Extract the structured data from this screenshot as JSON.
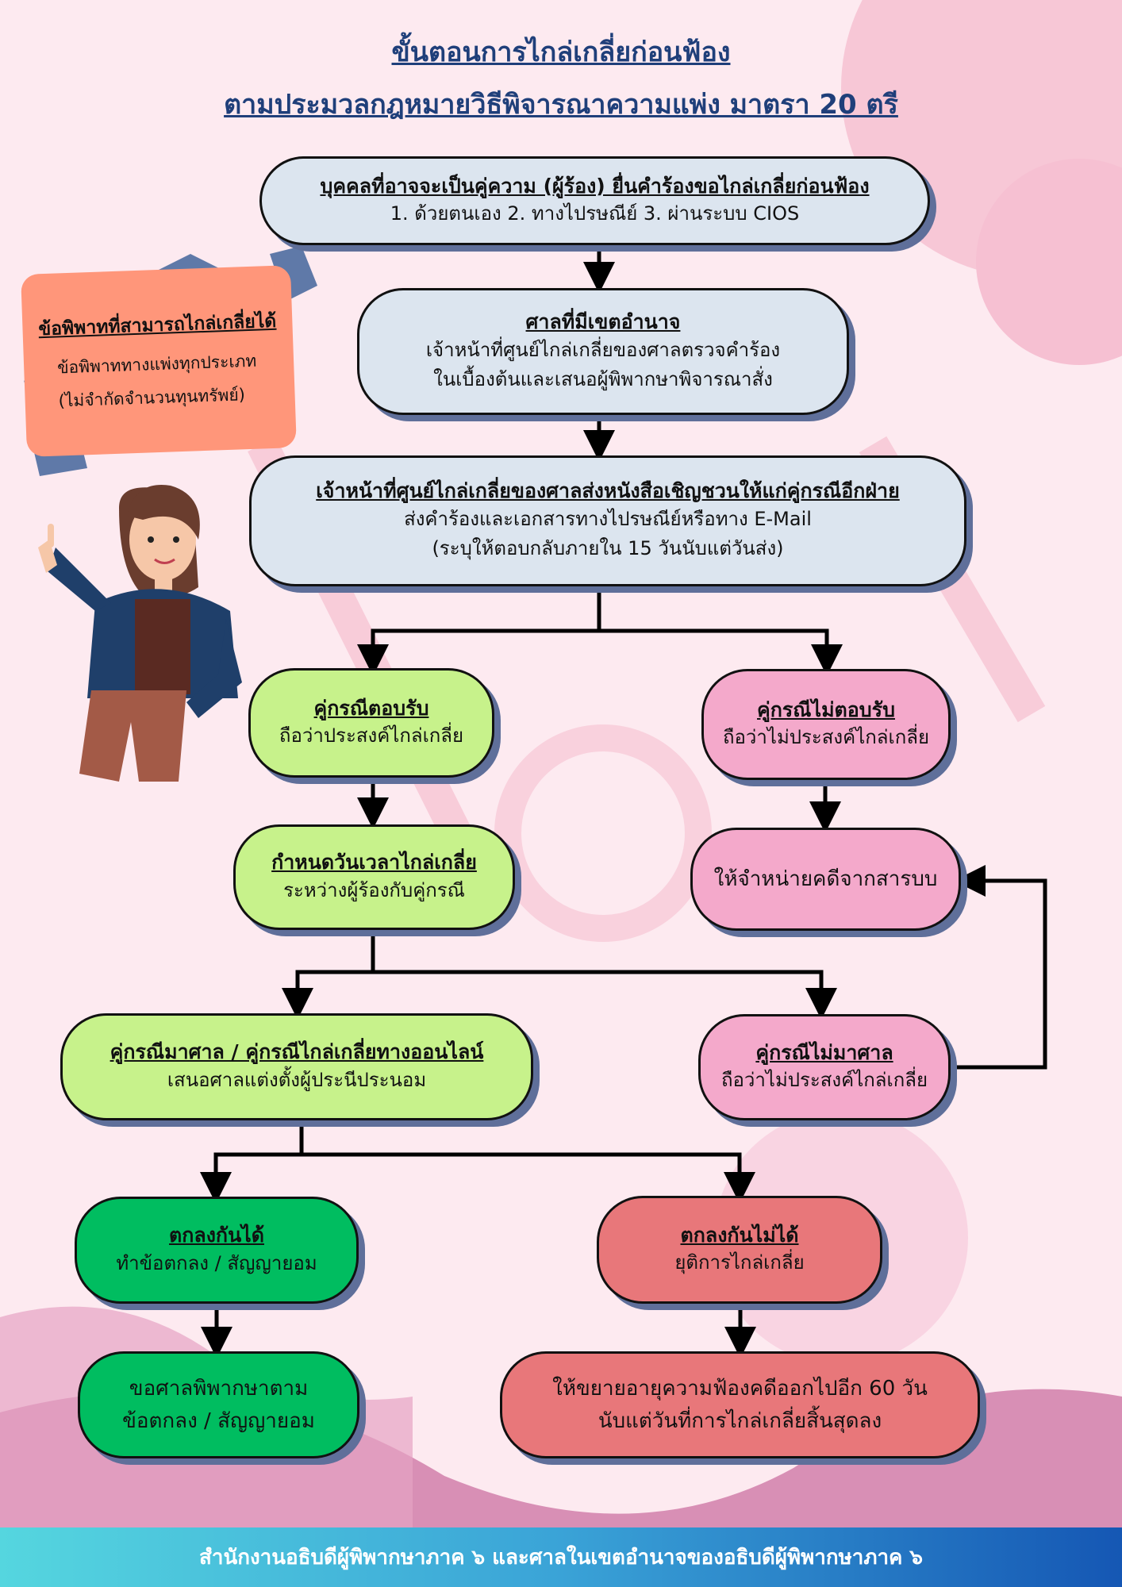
{
  "title": {
    "line1": "ขั้นตอนการไกล่เกลี่ยก่อนฟ้อง",
    "line2": "ตามประมวลกฎหมายวิธีพิจารณาความแพ่ง มาตรา 20 ตรี"
  },
  "callout": {
    "heading": "ข้อพิพาทที่สามารถไกล่เกลี่ยได้",
    "line1": "ข้อพิพาททางแพ่งทุกประเภท",
    "line2": "(ไม่จำกัดจำนวนทุนทรัพย์)"
  },
  "nodes": {
    "n1": {
      "heading": "บุคคลที่อาจจะเป็นคู่ความ (ผู้ร้อง) ยื่นคำร้องขอไกล่เกลี่ยก่อนฟ้อง",
      "line1": "1. ด้วยตนเอง 2. ทางไปรษณีย์ 3. ผ่านระบบ CIOS"
    },
    "n2": {
      "heading": "ศาลที่มีเขตอำนาจ",
      "line1": "เจ้าหน้าที่ศูนย์ไกล่เกลี่ยของศาลตรวจคำร้อง",
      "line2": "ในเบื้องต้นและเสนอผู้พิพากษาพิจารณาสั่ง"
    },
    "n3": {
      "heading": "เจ้าหน้าที่ศูนย์ไกล่เกลี่ยของศาลส่งหนังสือเชิญชวนให้แก่คู่กรณีอีกฝ่าย",
      "line1": "ส่งคำร้องและเอกสารทางไปรษณีย์หรือทาง E-Mail",
      "line2": "(ระบุให้ตอบกลับภายใน 15 วันนับแต่วันส่ง)"
    },
    "n4": {
      "heading": "คู่กรณีตอบรับ",
      "line1": "ถือว่าประสงค์ไกล่เกลี่ย"
    },
    "n5": {
      "heading": "คู่กรณีไม่ตอบรับ",
      "line1": "ถือว่าไม่ประสงค์ไกล่เกลี่ย"
    },
    "n6": {
      "heading": "กำหนดวันเวลาไกล่เกลี่ย",
      "line1": "ระหว่างผู้ร้องกับคู่กรณี"
    },
    "n7": {
      "line1": "ให้จำหน่ายคดีจากสารบบ"
    },
    "n8": {
      "heading": "คู่กรณีมาศาล / คู่กรณีไกล่เกลี่ยทางออนไลน์",
      "line1": "เสนอศาลแต่งตั้งผู้ประนีประนอม"
    },
    "n9": {
      "heading": "คู่กรณีไม่มาศาล",
      "line1": "ถือว่าไม่ประสงค์ไกล่เกลี่ย"
    },
    "n10": {
      "heading": "ตกลงกันได้",
      "line1": "ทำข้อตกลง / สัญญายอม"
    },
    "n11": {
      "heading": "ตกลงกันไม่ได้",
      "line1": "ยุติการไกล่เกลี่ย"
    },
    "n12": {
      "line1": "ขอศาลพิพากษาตาม",
      "line2": "ข้อตกลง / สัญญายอม"
    },
    "n13": {
      "line1": "ให้ขยายอายุความฟ้องคดีออกไปอีก 60 วัน",
      "line2": "นับแต่วันที่การไกล่เกลี่ยสิ้นสุดลง"
    }
  },
  "footer": "สำนักงานอธิบดีผู้พิพากษาภาค ๖ และศาลในเขตอำนาจของอธิบดีผู้พิพากษาภาค ๖",
  "colors": {
    "blue_node": "#dce5ef",
    "green_node": "#c7f28b",
    "pink_node": "#f4a9cb",
    "dark_green_node": "#00bd60",
    "red_node": "#e8777a",
    "callout": "#ff967a",
    "title": "#1f3f7a"
  }
}
